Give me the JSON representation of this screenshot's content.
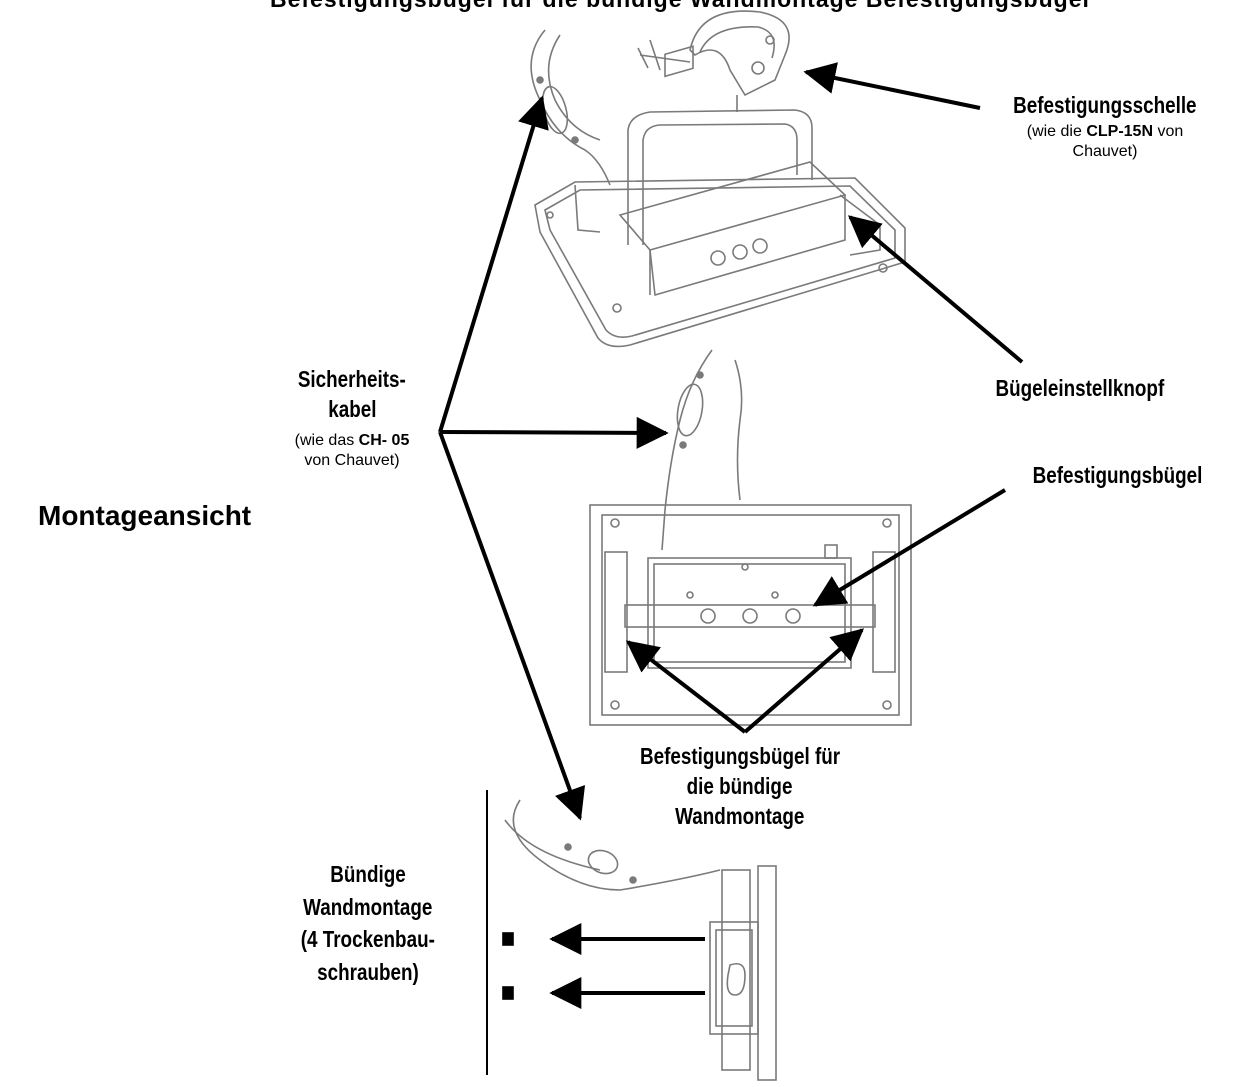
{
  "cutoff_heading": "Befestigungsbügel für die bündige Wandmontage Befestigungsbügel",
  "title": "Montageansicht",
  "labels": {
    "clamp": {
      "name": "Befestigungsschelle",
      "note_prefix": "(wie die ",
      "note_model": "CLP-15N",
      "note_suffix": " von",
      "note_line2": "Chauvet)"
    },
    "safety_cable": {
      "line1": "Sicherheits-",
      "line2": "kabel",
      "note_prefix": "(wie das ",
      "note_model": "CH- 05",
      "note_line2": "von Chauvet)"
    },
    "bracket_knob": "Bügeleinstellknopf",
    "bracket": "Befestigungsbügel",
    "flush_brackets": {
      "line1": "Befestigungsbügel für",
      "line2": "die bündige",
      "line3": "Wandmontage"
    },
    "flush_mount": {
      "line1": "Bündige",
      "line2": "Wandmontage",
      "line3": "(4 Trockenbau-",
      "line4": "schrauben)"
    }
  },
  "colors": {
    "ink": "#000000",
    "sketch": "#7a7a7a",
    "paper": "#ffffff"
  }
}
